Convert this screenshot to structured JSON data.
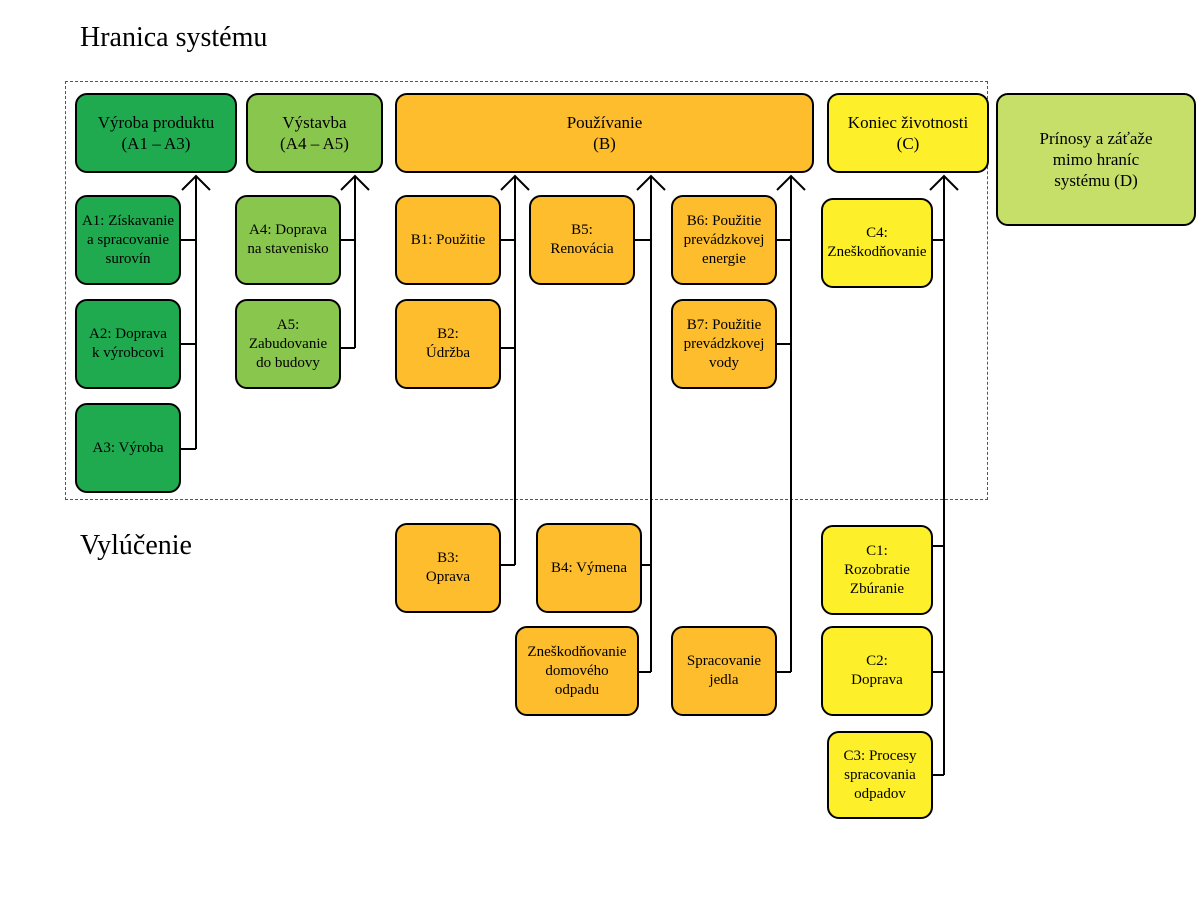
{
  "headings": {
    "system_boundary": "Hranica systému",
    "exclusion": "Vylúčenie"
  },
  "colors": {
    "group_A1_A3": "#1faa4f",
    "group_A4_A5": "#89c64e",
    "group_B": "#fdbd2d",
    "group_C": "#fdf02a",
    "group_D": "#c6df69"
  },
  "groups": {
    "A1_A3": {
      "label": "Výroba produktu\n(A1 – A3)"
    },
    "A4_A5": {
      "label": "Výstavba\n(A4 – A5)"
    },
    "B": {
      "label": "Používanie\n(B)"
    },
    "C": {
      "label": "Koniec životnosti\n(C)"
    },
    "D": {
      "label": "Prínosy a záťaže\nmimo hraníc\nsystému (D)"
    }
  },
  "modules": {
    "A1": "A1: Získavanie\na spracovanie\nsurovín",
    "A2": "A2: Doprava\nk výrobcovi",
    "A3": "A3: Výroba",
    "A4": "A4: Doprava\nna stavenisko",
    "A5": "A5:\nZabudovanie\ndo budovy",
    "B1": "B1: Použitie",
    "B2": "B2:\nÚdržba",
    "B3": "B3:\nOprava",
    "B4": "B4: Výmena",
    "B5": "B5:\nRenovácia",
    "B6": "B6: Použitie\nprevádzkovej\nenergie",
    "B7": "B7: Použitie\nprevádzkovej\nvody",
    "C1": "C1:\nRozobratie\nZbúranie",
    "C2": "C2:\nDoprava",
    "C3": "C3: Procesy\nspracovania\nodpadov",
    "C4": "C4:\nZneškodňovanie"
  },
  "excluded": {
    "household_waste": "Zneškodňovanie\ndomového\nodpadu",
    "food_processing": "Spracovanie\njedla"
  }
}
